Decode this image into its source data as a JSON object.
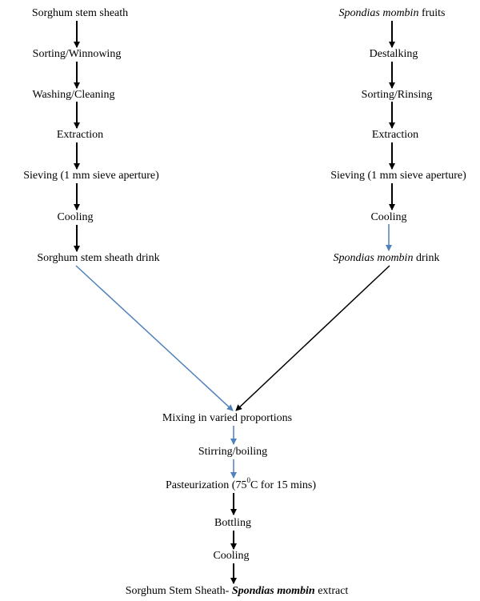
{
  "colors": {
    "text": "#000000",
    "arrow_black": "#000000",
    "arrow_blue": "#4F81BD",
    "background": "#ffffff"
  },
  "left_column": {
    "steps": [
      {
        "label": "Sorghum stem sheath"
      },
      {
        "label": "Sorting/Winnowing"
      },
      {
        "label": "Washing/Cleaning"
      },
      {
        "label": "Extraction"
      },
      {
        "label": "Sieving (1 mm sieve aperture)"
      },
      {
        "label": "Cooling"
      },
      {
        "label": "Sorghum stem sheath drink"
      }
    ]
  },
  "right_column": {
    "steps": [
      {
        "label_italic": "Spondias mombin",
        "label_rest": " fruits"
      },
      {
        "label": "Destalking"
      },
      {
        "label": "Sorting/Rinsing"
      },
      {
        "label": "Extraction"
      },
      {
        "label": "Sieving (1 mm sieve aperture)"
      },
      {
        "label": "Cooling"
      },
      {
        "label_italic": "Spondias mombin",
        "label_rest": " drink"
      }
    ]
  },
  "center_column": {
    "mixing": "Mixing in varied proportions",
    "stirring": "Stirring/boiling",
    "pasteurization_prefix": "Pasteurization (75",
    "pasteurization_sup": "0",
    "pasteurization_suffix": "C for 15 mins)",
    "bottling": "Bottling",
    "cooling": "Cooling",
    "final_prefix": "Sorghum Stem Sheath- ",
    "final_bold_italic": "Spondias mombin",
    "final_suffix": " extract"
  }
}
